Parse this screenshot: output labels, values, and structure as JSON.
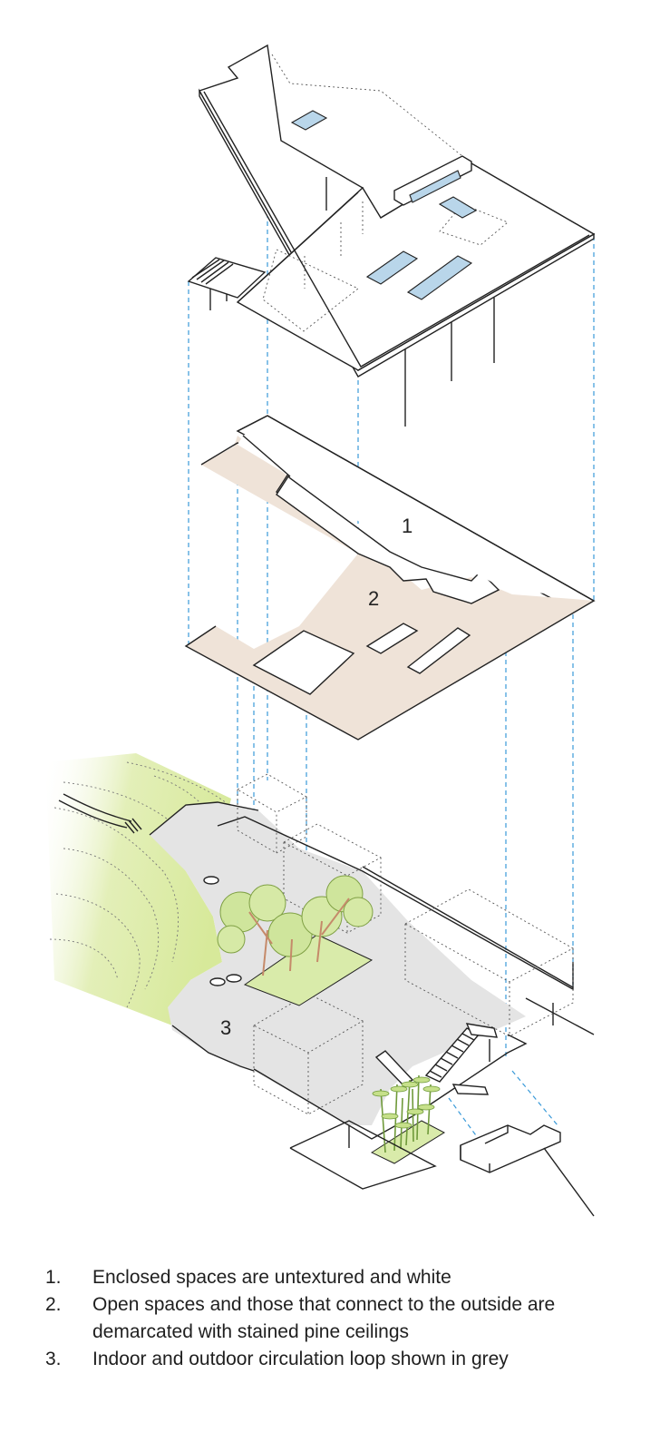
{
  "zone_labels": {
    "enclosed": "1",
    "open": "2",
    "circulation": "3"
  },
  "legend": [
    {
      "number": "1.",
      "text": "Enclosed spaces are untextured and white"
    },
    {
      "number": "2.",
      "text": "Open spaces and those that connect to the outside are demarcated with stained pine ceilings"
    },
    {
      "number": "3.",
      "text": "Indoor and outdoor circulation loop shown in grey"
    }
  ],
  "colors": {
    "pine_ceiling": "#efe3d8",
    "circulation_grey": "#e4e4e4",
    "landscape_green": "#e3efb8",
    "skylight_glass": "#b9d6ea",
    "projection_lines": "#3a9ad9"
  }
}
